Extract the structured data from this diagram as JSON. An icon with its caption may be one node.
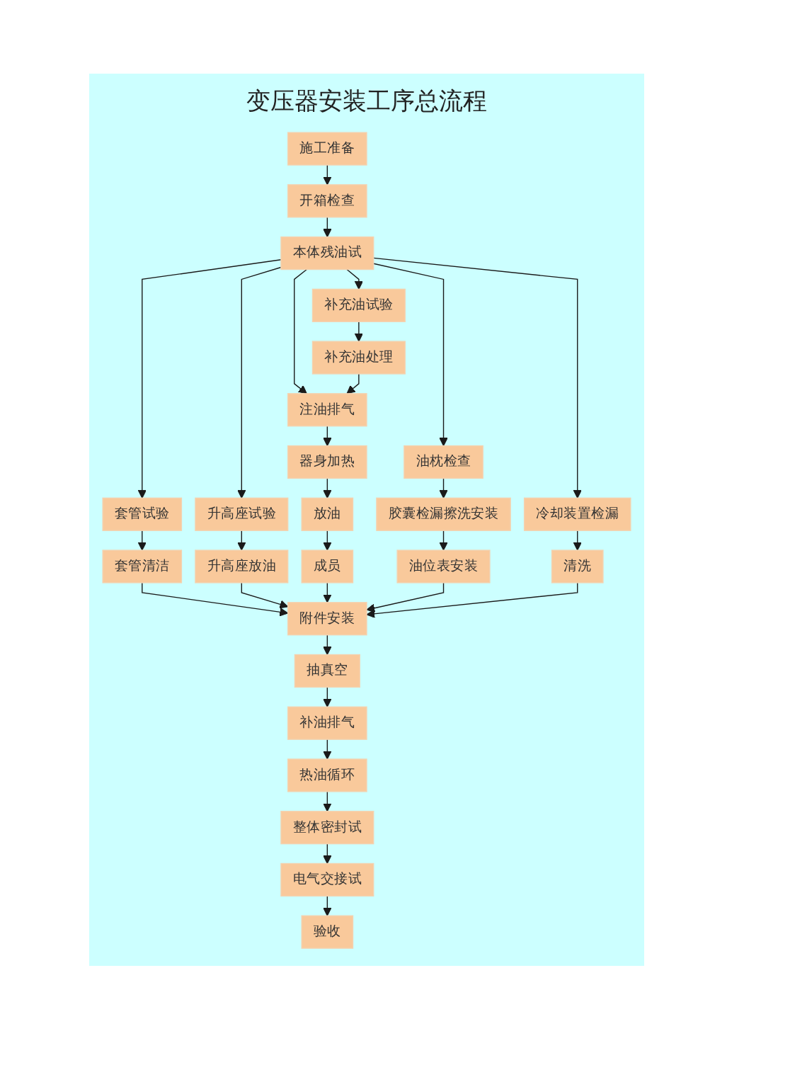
{
  "diagram": {
    "title": "变压器安装工序总流程",
    "nodes": [
      {
        "text": [
          "施工准备"
        ]
      },
      {
        "text": [
          "开箱检查"
        ]
      },
      {
        "text": [
          "本体残油试"
        ]
      },
      {
        "text": [
          "套管试验"
        ]
      },
      {
        "text": [
          "升高座试验"
        ]
      },
      {
        "text": [
          "补充油试验"
        ]
      },
      {
        "text": [
          "油枕检查"
        ]
      },
      {
        "text": [
          "冷却装置检漏"
        ]
      },
      {
        "text": [
          "套管清洁"
        ]
      },
      {
        "text": [
          "升高座放油"
        ]
      },
      {
        "text": [
          "补充油处理"
        ]
      },
      {
        "text": [
          "胶囊检漏擦洗安装"
        ]
      },
      {
        "text": [
          "清洗"
        ]
      },
      {
        "text": [
          "油位表安装"
        ]
      },
      {
        "text": [
          "注油排气"
        ]
      },
      {
        "text": [
          "器身加热"
        ]
      },
      {
        "text": [
          "放油"
        ]
      },
      {
        "text": [
          "成员"
        ]
      },
      {
        "text": [
          "附件安装"
        ]
      },
      {
        "text": [
          "抽真空"
        ]
      },
      {
        "text": [
          "补油排气"
        ]
      },
      {
        "text": [
          "热油循环"
        ]
      },
      {
        "text": [
          "整体密封试"
        ]
      },
      {
        "text": [
          "电气交接试"
        ]
      },
      {
        "text": [
          "验收"
        ]
      }
    ],
    "edges": [
      {
        "from": 0,
        "to": 1,
        "arrow": "to"
      },
      {
        "from": 1,
        "to": 2,
        "arrow": "to"
      },
      {
        "from": 2,
        "to": 3,
        "arrow": "to"
      },
      {
        "from": 2,
        "to": 4,
        "arrow": "to"
      },
      {
        "from": 2,
        "to": 14,
        "arrow": "to"
      },
      {
        "from": 2,
        "to": 5,
        "arrow": "to"
      },
      {
        "from": 2,
        "to": 6,
        "arrow": "to"
      },
      {
        "from": 2,
        "to": 7,
        "arrow": "to"
      },
      {
        "from": 3,
        "to": 8,
        "arrow": "to"
      },
      {
        "from": 4,
        "to": 9,
        "arrow": "to"
      },
      {
        "from": 5,
        "to": 10,
        "arrow": "to"
      },
      {
        "from": 6,
        "to": 11,
        "arrow": "to"
      },
      {
        "from": 7,
        "to": 12,
        "arrow": "to"
      },
      {
        "from": 11,
        "to": 13,
        "arrow": "to"
      },
      {
        "from": 10,
        "to": 14,
        "arrow": "to"
      },
      {
        "from": 14,
        "to": 15,
        "arrow": "to"
      },
      {
        "from": 15,
        "to": 16,
        "arrow": "to"
      },
      {
        "from": 16,
        "to": 17,
        "arrow": "to"
      },
      {
        "from": 8,
        "to": 18,
        "arrow": "to"
      },
      {
        "from": 9,
        "to": 18,
        "arrow": "to"
      },
      {
        "from": 17,
        "to": 18,
        "arrow": "to"
      },
      {
        "from": 13,
        "to": 18,
        "arrow": "to"
      },
      {
        "from": 12,
        "to": 18,
        "arrow": "to"
      },
      {
        "from": 18,
        "to": 19,
        "arrow": "to"
      },
      {
        "from": 19,
        "to": 20,
        "arrow": "to"
      },
      {
        "from": 20,
        "to": 21,
        "arrow": "to"
      },
      {
        "from": 21,
        "to": 22,
        "arrow": "to"
      },
      {
        "from": 22,
        "to": 23,
        "arrow": "to"
      },
      {
        "from": 23,
        "to": 24,
        "arrow": "to"
      }
    ]
  }
}
